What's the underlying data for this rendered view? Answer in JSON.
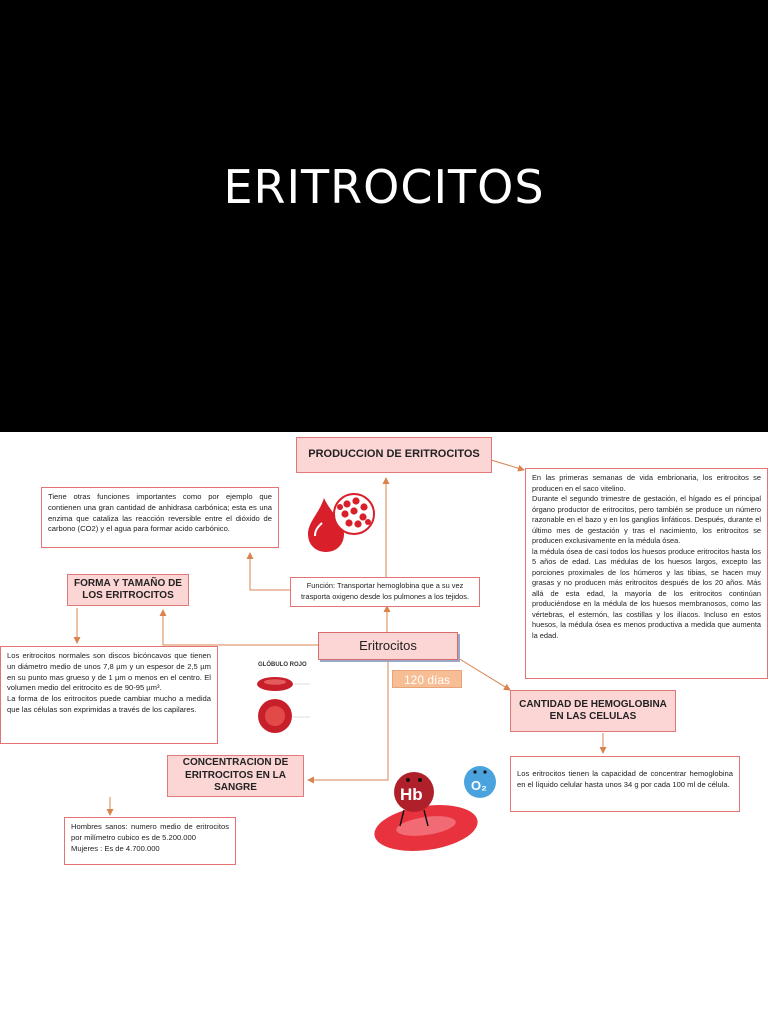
{
  "page": {
    "title": "ERITROCITOS"
  },
  "map": {
    "central": "Eritrocitos",
    "days_badge": "120 días",
    "produccion": {
      "title": "PRODUCCION DE ERITROCITOS",
      "text": "En las primeras semanas de vida embrionaria, los eritrocitos se producen en el saco vitelino.\nDurante el segundo trimestre de gestación, el hígado es el principal órgano productor de eritrocitos, pero también se produce un número razonable en el bazo y en los ganglios linfáticos. Después, durante el último mes de gestación y tras el nacimiento, los eritrocitos se producen exclusivamente en la médula ósea.\nla médula ósea de casi todos los huesos produce eritrocitos hasta los 5 años de edad. Las médulas de los huesos largos, excepto las porciones proximales de los húmeros y las tibias, se hacen muy grasas y no producen más eritrocitos después de los 20 años. Más allá de esta edad, la mayoría de los eritrocitos continúan produciéndose en la médula de los huesos membranosos, como las vértebras, el esternón, las costillas y los ilíacos. Incluso en estos huesos, la médula ósea es menos productiva a medida que aumenta la edad."
    },
    "otras_funciones": "Tiene otras funciones importantes como por ejemplo que contienen una gran cantidad de anhidrasa carbónica; esta es una enzima que cataliza las reacción reversible  entre el dióxido de carbono (CO2) y el agua para formar acido carbónico.",
    "funcion": "Función: Transportar hemoglobina que a su vez trasporta oxigeno desde los pulmones a los tejidos.",
    "forma": {
      "title": "FORMA Y TAMAÑO DE LOS ERITROCITOS",
      "text": "Los eritrocitos normales son discos bicóncavos que tienen un diámetro medio de unos 7,8 µm y un espesor de 2,5 µm en su punto mas grueso y de 1 µm o menos en el centro. El volumen medio del eritrocito es de 90-95 µm³.\nLa forma de los eritrocitos puede cambiar mucho a medida que las células son exprimidas a través de los capilares."
    },
    "hemoglobina": {
      "title": "CANTIDAD DE HEMOGLOBINA EN LAS CELULAS",
      "text": "Los eritrocitos tienen la capacidad de concentrar hemoglobina en el líquido celular hasta unos 34 g por cada 100  ml de célula."
    },
    "concentracion": {
      "title": "CONCENTRACION DE ERITROCITOS EN LA SANGRE",
      "text": "Hombres sanos: numero medio de eritrocitos por milímetro cubico es de 5.200.000\nMujeres : Es de 4.700.000"
    },
    "illustration": {
      "title": "GLÓBULO ROJO",
      "hb_label": "Hb",
      "o2_label": "O₂"
    }
  },
  "colors": {
    "node_fill": "#fcd5d5",
    "node_border": "#e07a7a",
    "arrow": "#d9834f",
    "badge": "#f7be95",
    "blood_red": "#d81f2a"
  }
}
